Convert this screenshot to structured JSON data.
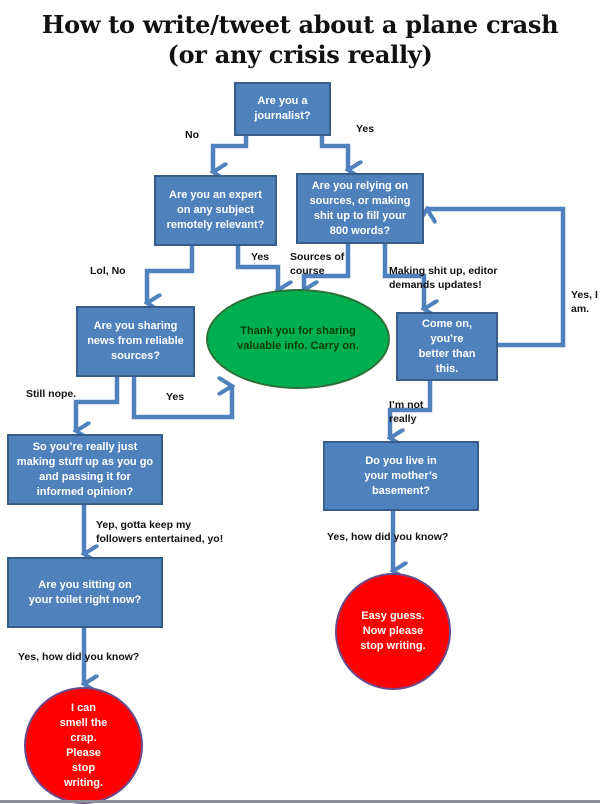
{
  "title": {
    "line1": "How to write/tweet about a plane crash",
    "line2": "(or any crisis really)"
  },
  "colors": {
    "box_fill": "#4f81bd",
    "box_border": "#385d8a",
    "connector": "#4f81bd",
    "positive_end": "#00b050",
    "negative_end": "#ff0000"
  },
  "nodes": {
    "journalist": "Are you a journalist?",
    "expert": "Are you an expert on any subject remotely relevant?",
    "relying": "Are you relying on sources, or making shit up to fill your 800 words?",
    "sharing": "Are you sharing news from reliable sources?",
    "thanks": "Thank you for sharing valuable info. Carry on.",
    "come_on": "Come on, you’re better than this.",
    "making_up": "So you’re really just making stuff up as you go and passing it for informed opinion?",
    "basement": "Do you live in your mother’s basement?",
    "toilet": "Are you sitting on your toilet right now?",
    "smell": "I can smell the crap. Please stop writing.",
    "easy_guess": "Easy guess. Now please stop writing."
  },
  "edges": {
    "journalist_no": "No",
    "journalist_yes": "Yes",
    "expert_no": "Lol, No",
    "expert_yes": "Yes",
    "relying_sources": "Sources of course",
    "relying_making": "Making shit up, editor demands updates!",
    "come_on_yes": "Yes, I am.",
    "come_on_no": "I’m not really",
    "sharing_no": "Still nope.",
    "sharing_yes": "Yes",
    "making_up_yes": "Yep, gotta keep my followers entertained, yo!",
    "toilet_yes": "Yes, how did you know?",
    "basement_yes": "Yes, how did you know?"
  }
}
